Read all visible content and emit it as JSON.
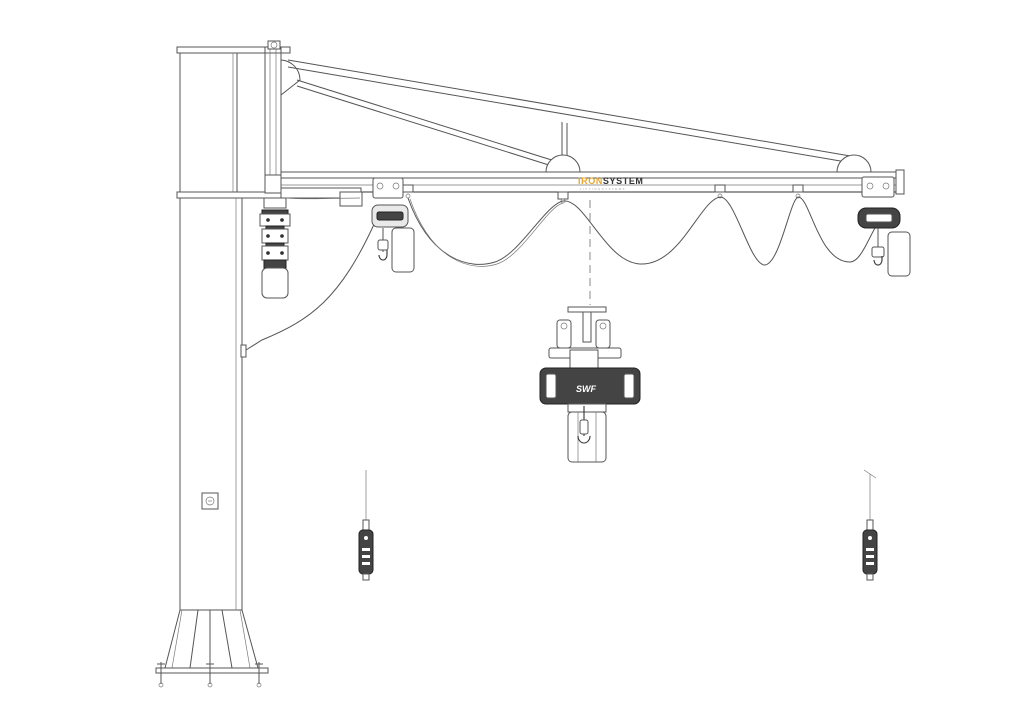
{
  "brand": {
    "prefix": "IR",
    "o_glyph": "O",
    "suffix": "N",
    "system": "SYSTEM",
    "tagline": "L I F T I N G   S Y S T E M S",
    "accent": "#e8a52a",
    "dark": "#333333"
  },
  "hoist": {
    "label": "SWF"
  },
  "colors": {
    "line": "#555555",
    "background": "#ffffff"
  }
}
